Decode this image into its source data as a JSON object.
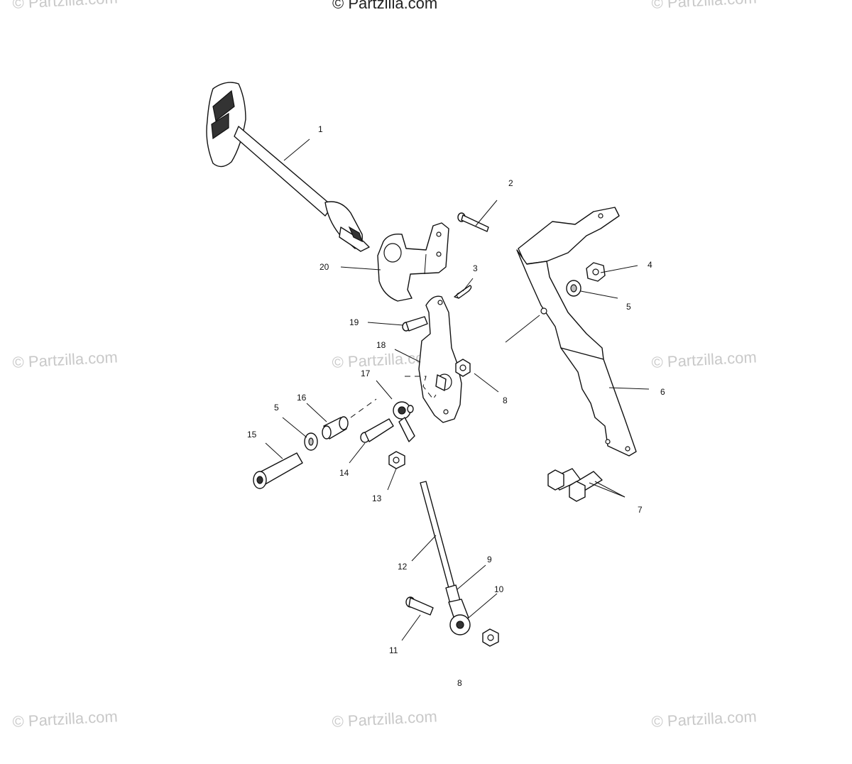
{
  "watermarks": [
    "© Partzilla.com",
    "© Partzilla.com",
    "© Partzilla.com",
    "© Partzilla.com",
    "© Partzilla.com",
    "© Partzilla.com",
    "© Partzilla.com",
    "© Partzilla.com",
    "© Partzilla.com"
  ],
  "callouts": [
    "1",
    "2",
    "3",
    "4",
    "5",
    "5",
    "6",
    "7",
    "8",
    "8",
    "9",
    "10",
    "11",
    "12",
    "13",
    "14",
    "15",
    "16",
    "17",
    "18",
    "19",
    "20"
  ]
}
